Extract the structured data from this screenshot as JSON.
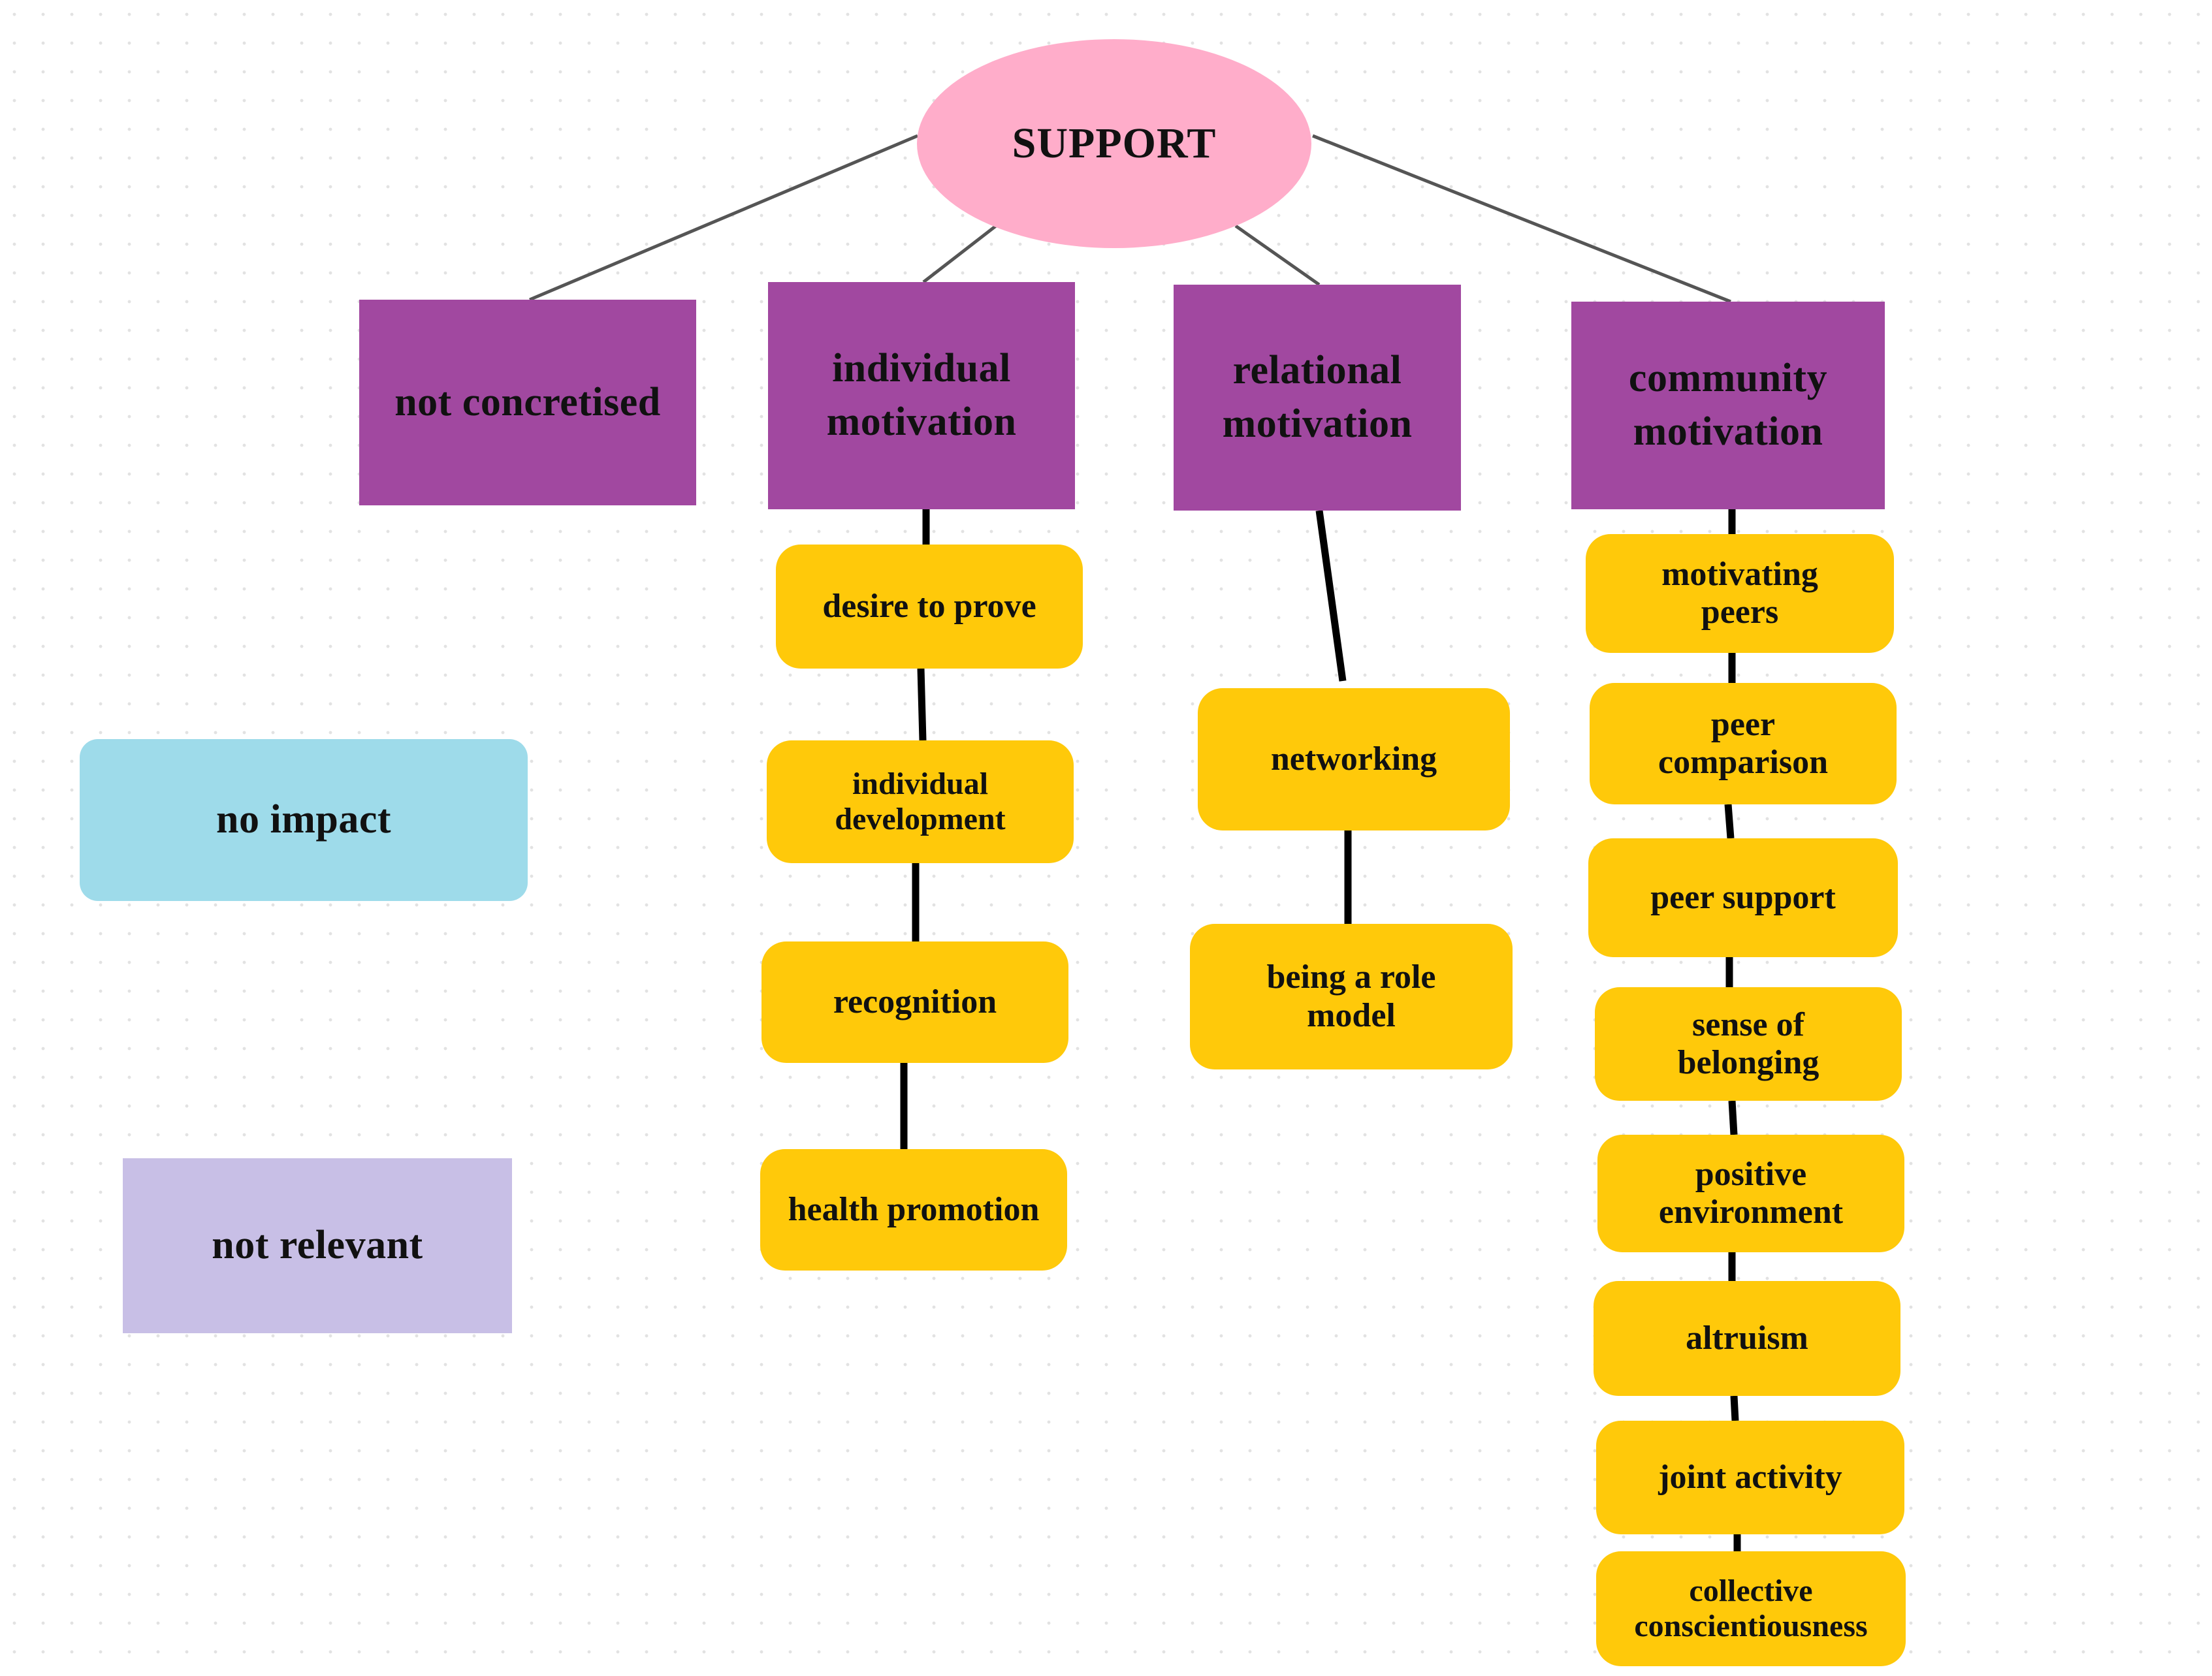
{
  "colors": {
    "root": "#FFADCA",
    "category": "#A148A0",
    "leaf": "#FFC90A",
    "no_impact": "#9EDBEA",
    "not_relevant": "#C8BFE6",
    "tree_line": "#555555",
    "chain_line": "#000000"
  },
  "root": {
    "label": "SUPPORT"
  },
  "categories": [
    {
      "label": "not concretised"
    },
    {
      "label": "individual\nmotivation"
    },
    {
      "label": "relational\nmotivation"
    },
    {
      "label": "community\nmotivation"
    }
  ],
  "individual_items": [
    {
      "label": "desire to prove"
    },
    {
      "label": "individual\ndevelopment"
    },
    {
      "label": "recognition"
    },
    {
      "label": "health promotion"
    }
  ],
  "relational_items": [
    {
      "label": "networking"
    },
    {
      "label": "being a role\nmodel"
    }
  ],
  "community_items": [
    {
      "label": "motivating\npeers"
    },
    {
      "label": "peer\ncomparison"
    },
    {
      "label": "peer support"
    },
    {
      "label": "sense of\nbelonging"
    },
    {
      "label": "positive\nenvironment"
    },
    {
      "label": "altruism"
    },
    {
      "label": "joint activity"
    },
    {
      "label": "collective\nconscientiousness"
    }
  ],
  "legend": {
    "no_impact": "no impact",
    "not_relevant": "not relevant"
  }
}
